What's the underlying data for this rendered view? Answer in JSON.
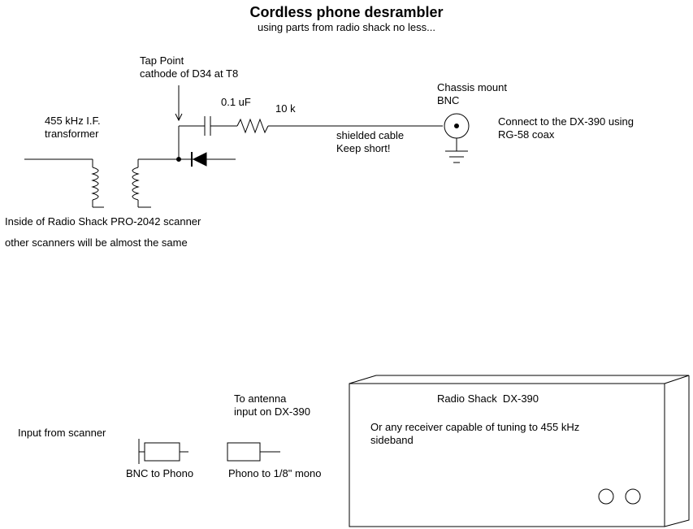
{
  "title": "Cordless phone desrambler",
  "subtitle": "using parts from radio shack no less...",
  "schematic": {
    "tap_point": "Tap Point",
    "tap_point_detail": "cathode of D34 at T8",
    "transformer_line1": "455 kHz I.F.",
    "transformer_line2": "transformer",
    "capacitor": "0.1 uF",
    "resistor": "10 k",
    "cable_line1": "shielded cable",
    "cable_line2": "Keep short!",
    "bnc_line1": "Chassis mount",
    "bnc_line2": "BNC",
    "connect_line1": "Connect to the DX-390 using",
    "connect_line2": "RG-58 coax",
    "inside_line1": "Inside of Radio Shack PRO-2042 scanner",
    "inside_line2": "other scanners will be almost the same"
  },
  "adapters": {
    "input_label": "Input from scanner",
    "antenna_line1": "To antenna",
    "antenna_line2": "input on DX-390",
    "bnc_to_phono": "BNC to Phono",
    "phono_to_mono": "Phono to 1/8\" mono"
  },
  "receiver": {
    "name": "Radio Shack  DX-390",
    "note_line1": "Or any receiver capable of tuning to 455 kHz",
    "note_line2": "sideband"
  }
}
